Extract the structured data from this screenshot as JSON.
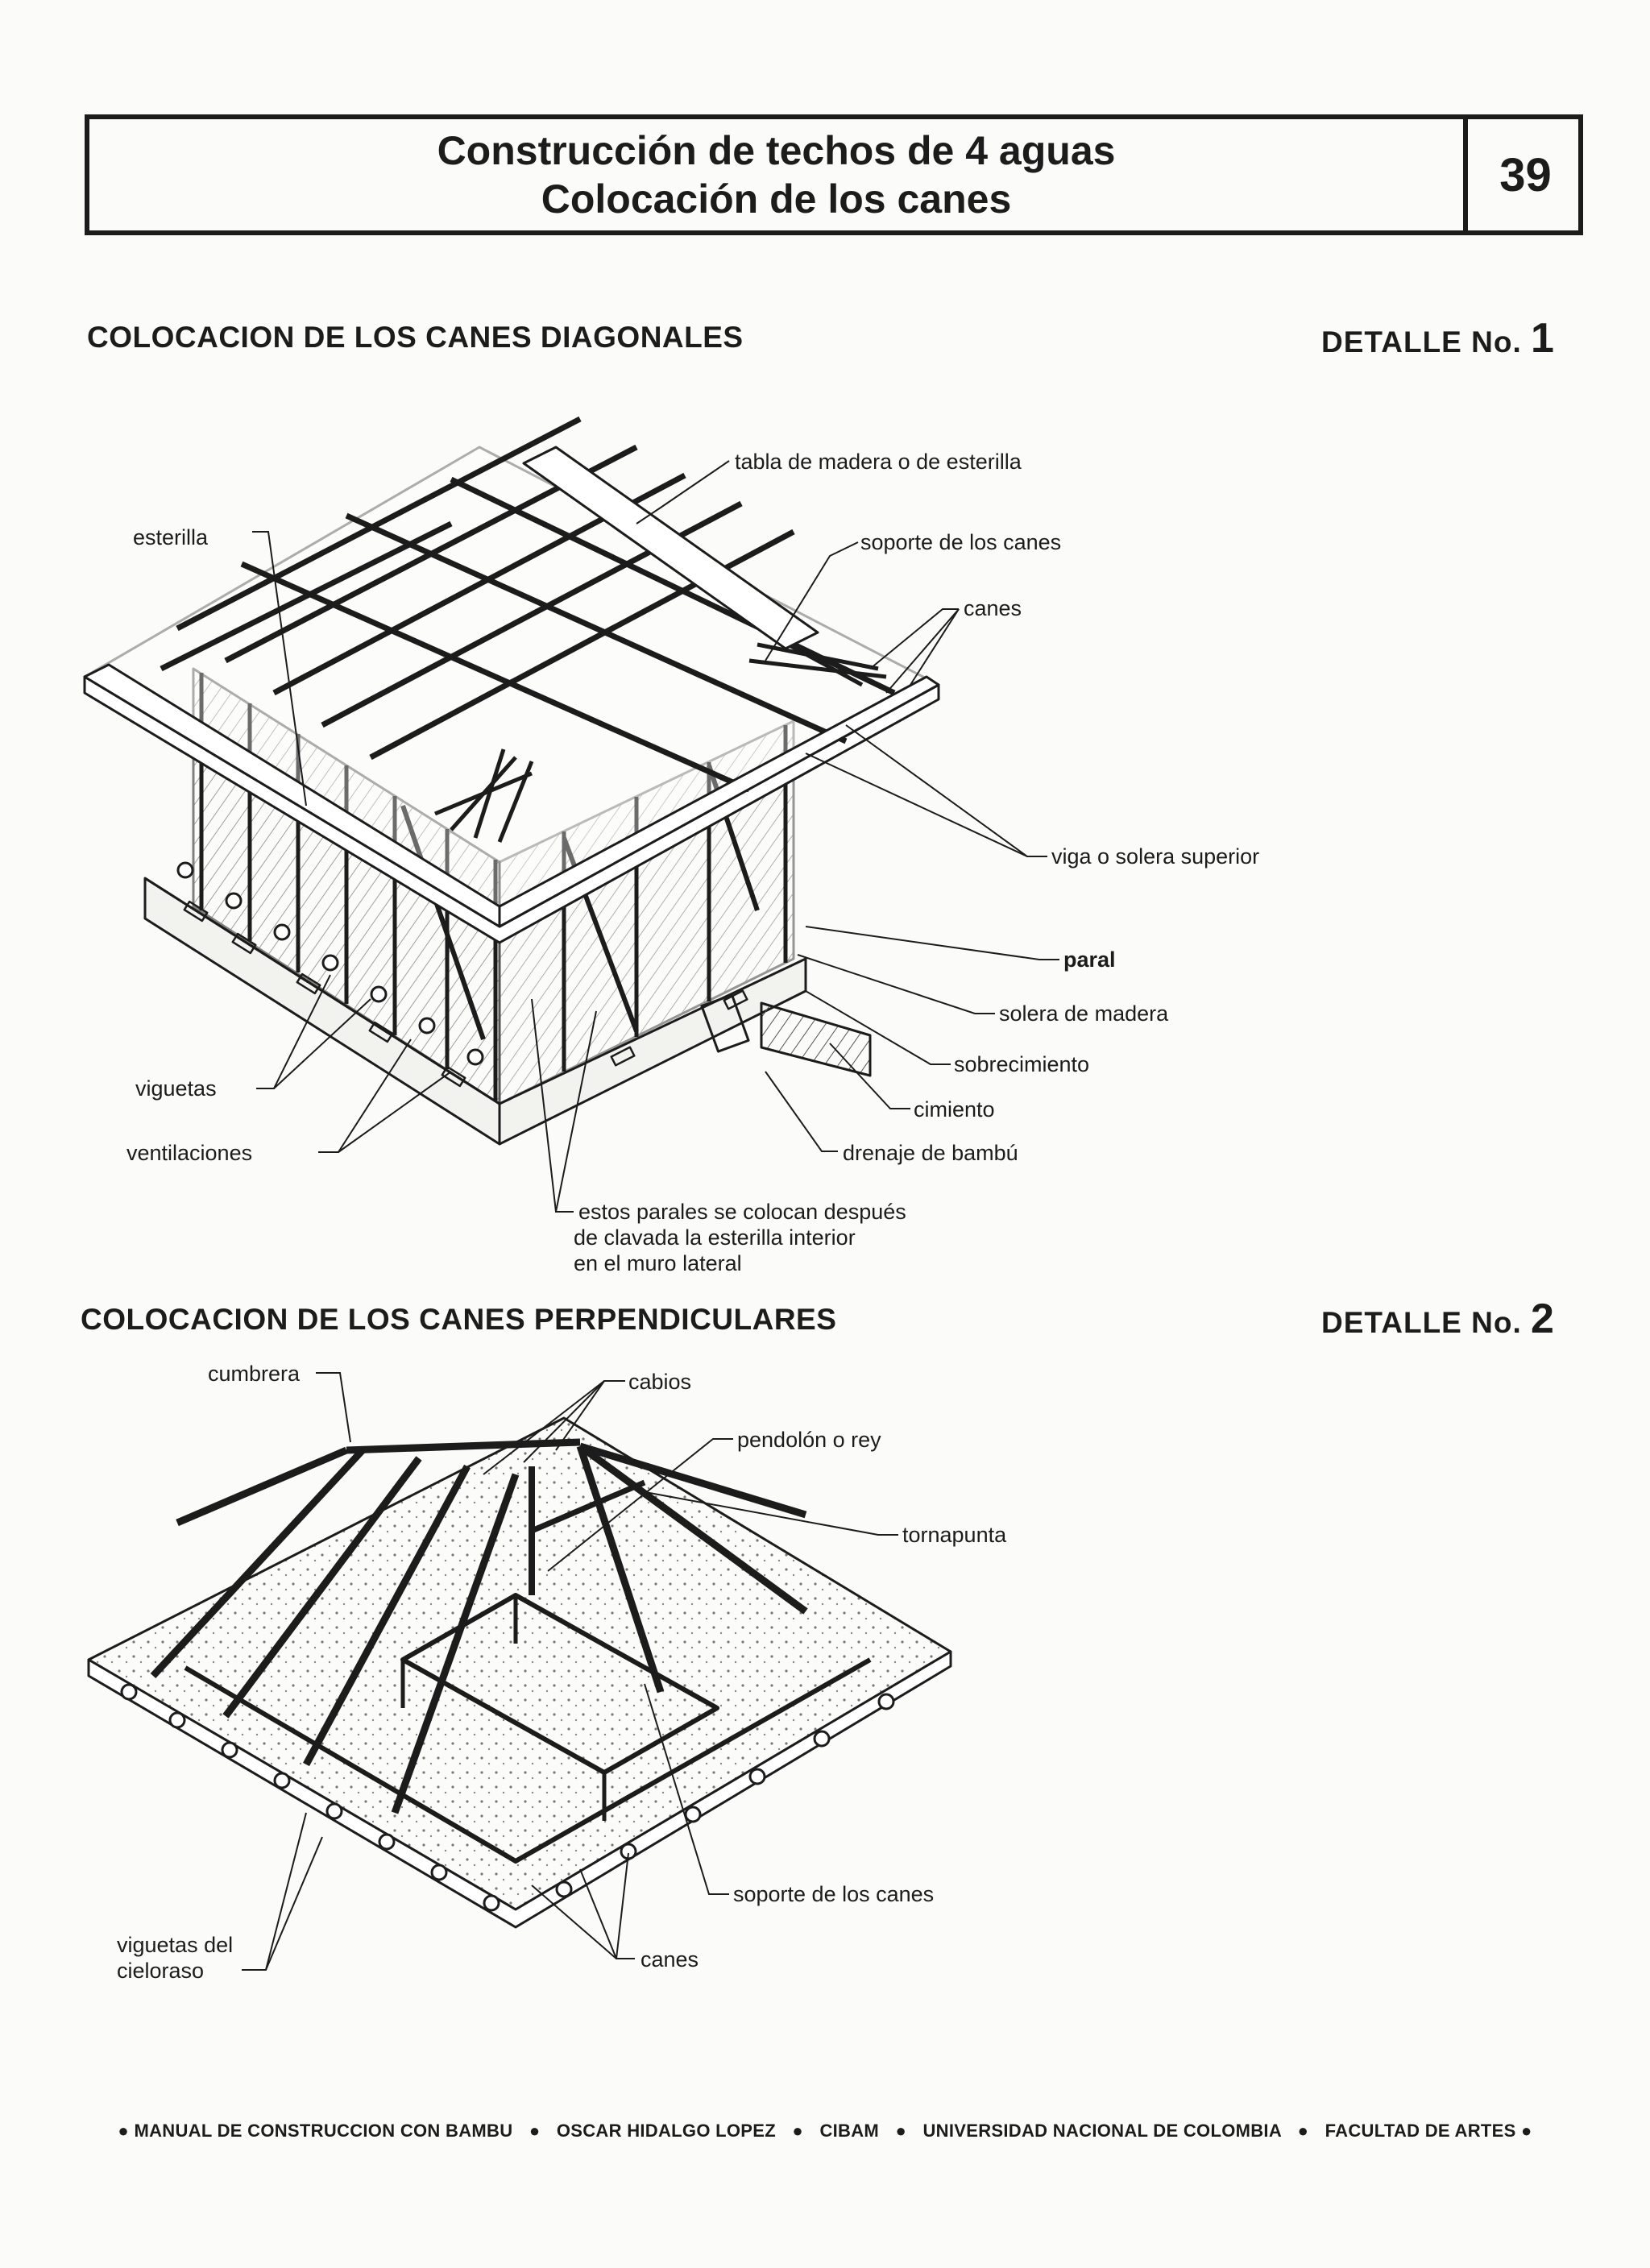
{
  "header": {
    "title_line1": "Construcción de techos de 4 aguas",
    "title_line2": "Colocación de los canes",
    "page_number": "39"
  },
  "detail1": {
    "section_title": "COLOCACION DE LOS CANES DIAGONALES",
    "detail_label": "DETALLE No.",
    "detail_number": "1",
    "labels": {
      "tabla": "tabla de madera o de esterilla",
      "esterilla": "esterilla",
      "soporte": "soporte de los canes",
      "canes": "canes",
      "viga": "viga o solera superior",
      "paral": "paral",
      "solera_madera": "solera de madera",
      "sobrecimiento": "sobrecimiento",
      "cimiento": "cimiento",
      "drenaje": "drenaje de bambú",
      "viguetas": "viguetas",
      "ventilaciones": "ventilaciones",
      "note_line1": "estos parales se colocan después",
      "note_line2": "de clavada la esterilla interior",
      "note_line3": "en el muro lateral"
    }
  },
  "detail2": {
    "section_title": "COLOCACION DE LOS CANES PERPENDICULARES",
    "detail_label": "DETALLE No.",
    "detail_number": "2",
    "labels": {
      "cumbrera": "cumbrera",
      "cabios": "cabios",
      "pendolon": "pendolón o rey",
      "tornapunta": "tornapunta",
      "soporte": "soporte de los canes",
      "canes": "canes",
      "viguetas_line1": "viguetas del",
      "viguetas_line2": "cieloraso"
    }
  },
  "footer": {
    "items": [
      "MANUAL DE CONSTRUCCION CON BAMBU",
      "OSCAR HIDALGO LOPEZ",
      "CIBAM",
      "UNIVERSIDAD NACIONAL DE COLOMBIA",
      "FACULTAD DE ARTES"
    ],
    "bullet": "●"
  }
}
